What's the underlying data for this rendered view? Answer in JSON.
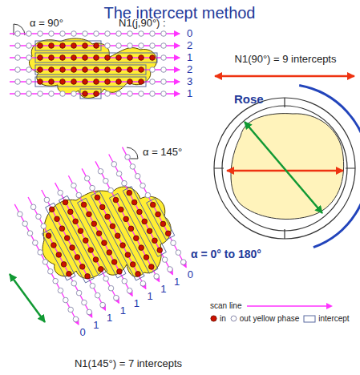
{
  "diagram": {
    "title": "The intercept method",
    "labels": [
      "α = 90°",
      "N1(j,90°) :",
      "0",
      "2",
      "1",
      "2",
      "3",
      "1",
      "N1(90°) = 9 intercepts",
      "Rose",
      "α = 0° to 180°",
      "α = 145°",
      "0",
      "1",
      "1",
      "1",
      "1",
      "1",
      "1",
      "1",
      "0",
      "N1(145°) = 7 intercepts"
    ],
    "legend": [
      {
        "text": "scan line"
      },
      {
        "text": "in",
        "color": "#cc1100"
      },
      {
        "text": "out yellow phase"
      },
      {
        "text": "intercept"
      }
    ]
  }
}
